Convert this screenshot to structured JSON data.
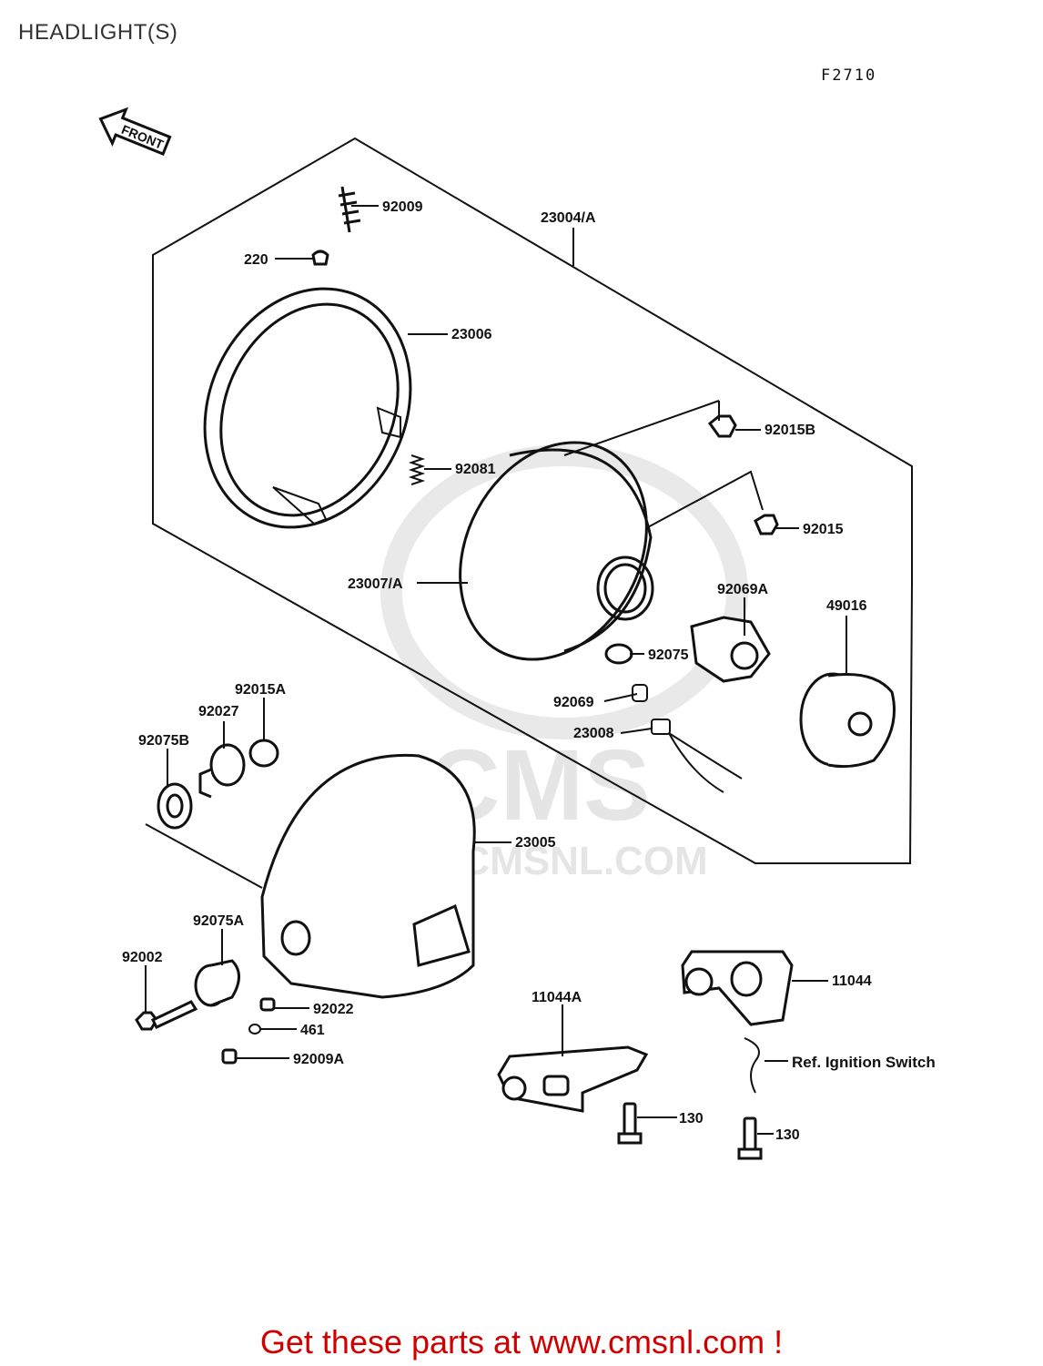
{
  "page": {
    "title": "HEADLIGHT(S)",
    "diagram_code": "F2710",
    "footer_cta": "Get these parts at www.cmsnl.com !"
  },
  "watermark": {
    "brand": "CMS",
    "url": "WWW.CMSNL.COM"
  },
  "front_arrow": {
    "label": "FRONT"
  },
  "callouts": {
    "c92009": "92009",
    "c23004A": "23004/A",
    "c220": "220",
    "c23006": "23006",
    "c92015B": "92015B",
    "c92081": "92081",
    "c92015": "92015",
    "c23007A": "23007/A",
    "c92069A": "92069A",
    "c49016": "49016",
    "c92075": "92075",
    "c92069": "92069",
    "c23008": "23008",
    "c92015A": "92015A",
    "c92027": "92027",
    "c92075B": "92075B",
    "c23005": "23005",
    "c92075A": "92075A",
    "c92002": "92002",
    "c92022": "92022",
    "c461": "461",
    "c92009A": "92009A",
    "c11044A": "11044A",
    "c11044": "11044",
    "ref_ignition": "Ref. Ignition Switch",
    "c130a": "130",
    "c130b": "130"
  }
}
